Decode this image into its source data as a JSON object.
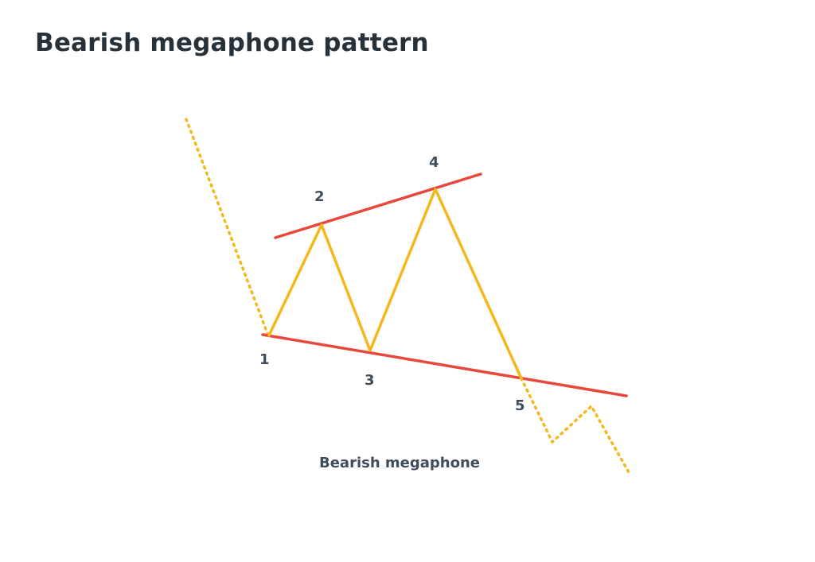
{
  "title": "Bearish megaphone pattern",
  "caption": "Bearish megaphone",
  "point_labels": [
    "1",
    "2",
    "3",
    "4",
    "5"
  ],
  "colors": {
    "title": "#26313a",
    "label": "#3f4d5a",
    "price": "#f5b81c",
    "trendline": "#e8473b",
    "background": "#ffffff"
  },
  "lines": {
    "price_path": "solid",
    "prior_trend": "dotted",
    "breakout": "dotted",
    "trendlines": "solid"
  }
}
